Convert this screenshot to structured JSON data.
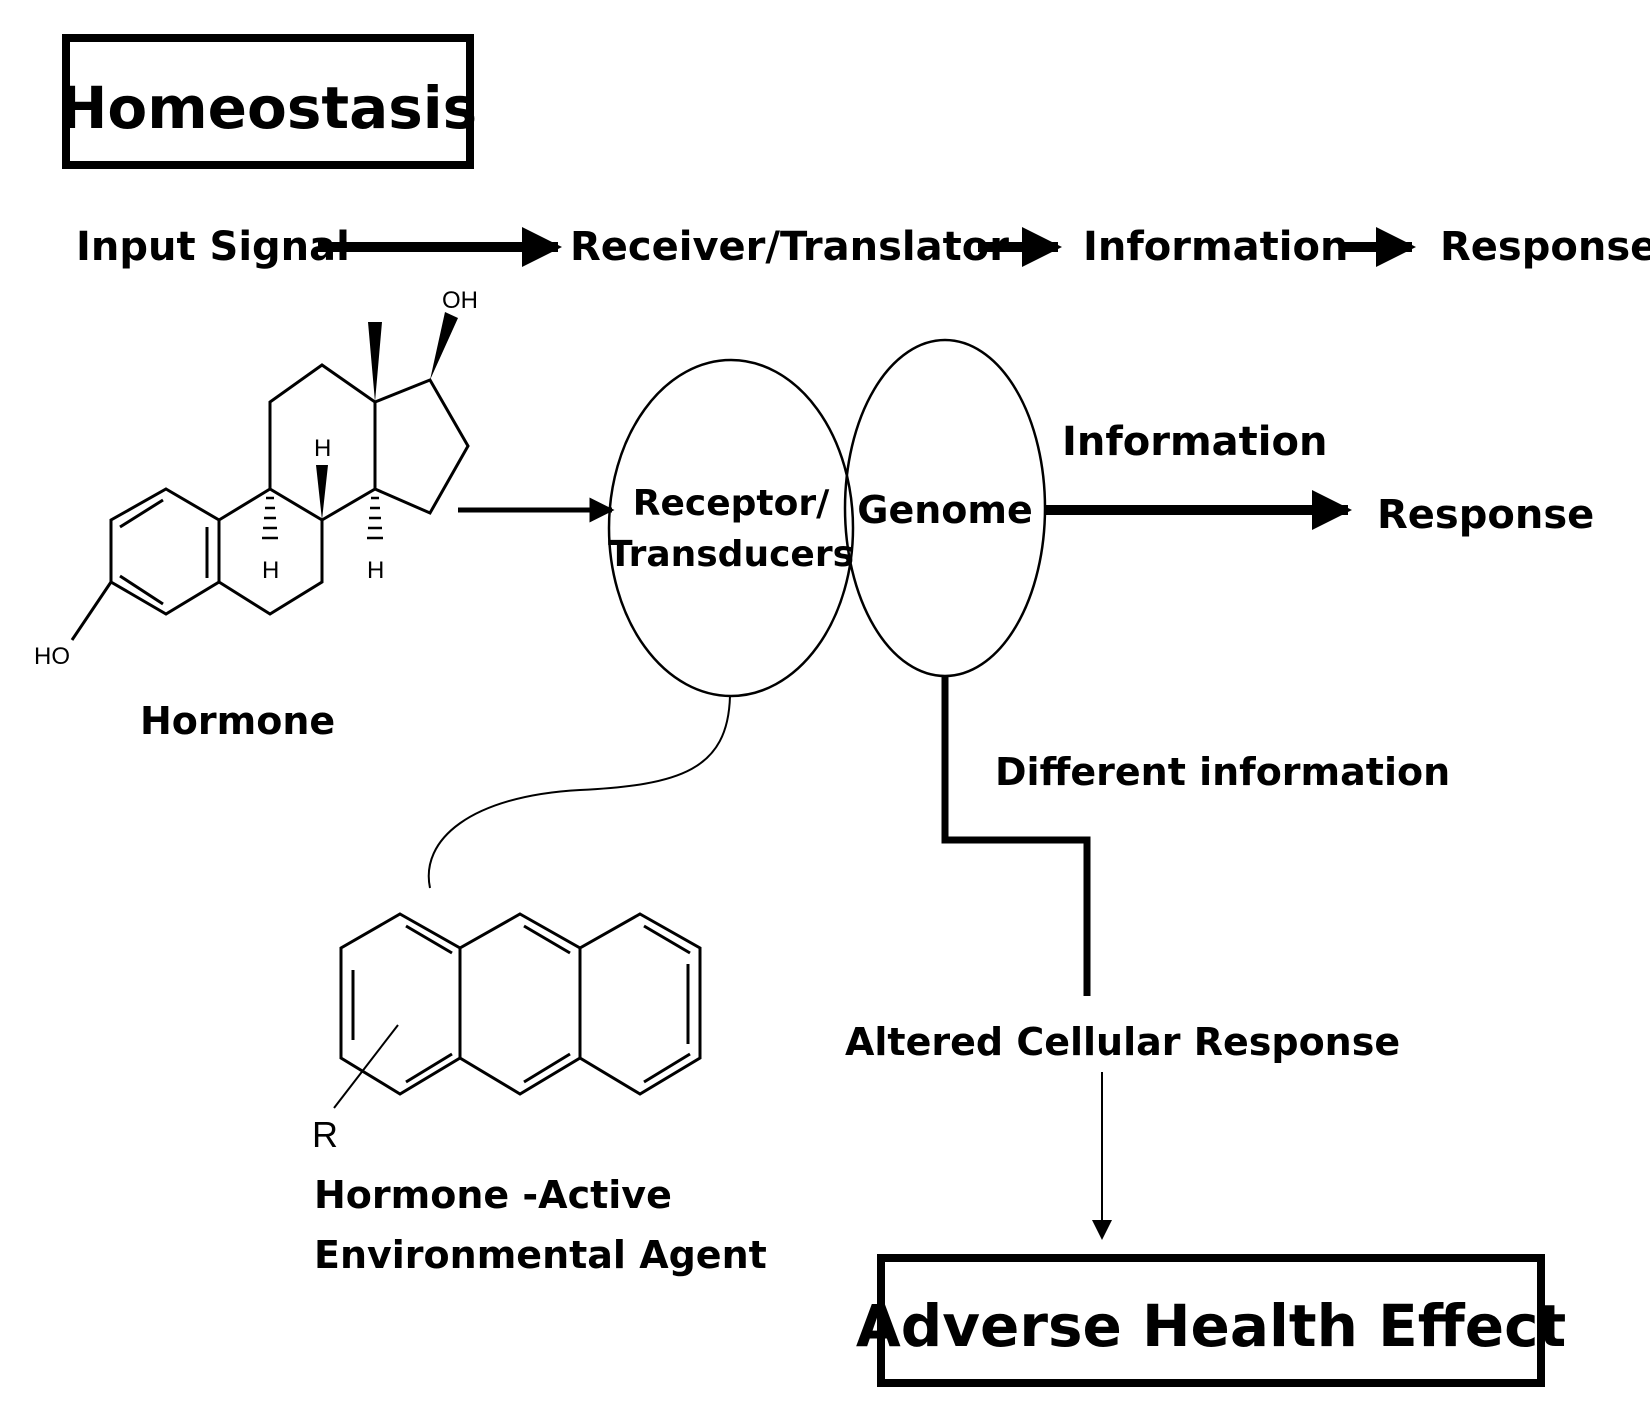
{
  "title": "Homeostasis",
  "pathway": {
    "input": "Input Signal",
    "receiver": "Receiver/Translator",
    "information": "Information",
    "response": "Response"
  },
  "hormone": {
    "label": "Hormone",
    "oh_top": "OH",
    "ho_left": "HO",
    "h_label": "H"
  },
  "receptor": {
    "line1": "Receptor/",
    "line2": "Transducers"
  },
  "genome": "Genome",
  "genome_information": "Information",
  "genome_response": "Response",
  "different_information": "Different information",
  "agent": {
    "r_label": "R",
    "line1": "Hormone -Active",
    "line2": "Environmental Agent"
  },
  "altered_response": "Altered Cellular Response",
  "adverse_effect": "Adverse Health Effect",
  "colors": {
    "ink": "#000000",
    "background": "#ffffff"
  }
}
